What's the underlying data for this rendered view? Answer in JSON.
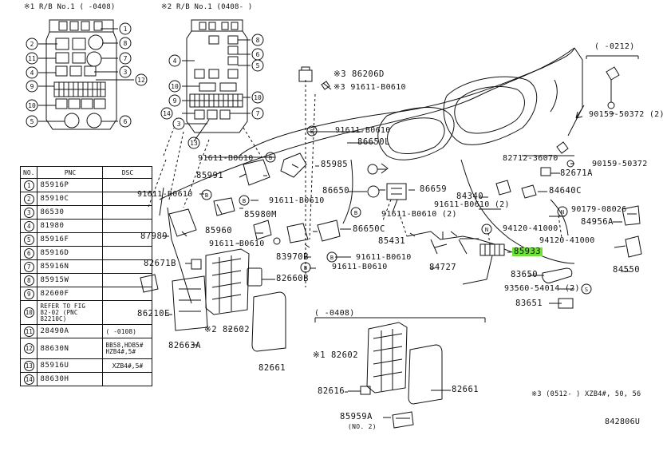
{
  "relay_blocks": {
    "rb1_header": "※1 R/B No.1 (   -0408)",
    "rb2_header": "※2 R/B No.1 (0408-   )",
    "rb1_callouts": [
      "2",
      "11",
      "4",
      "9",
      "10",
      "5",
      "1",
      "8",
      "7",
      "3",
      "12",
      "6"
    ],
    "rb2_callouts": [
      "4",
      "10",
      "9",
      "14",
      "3",
      "13",
      "8",
      "6",
      "5",
      "10",
      "7"
    ]
  },
  "table": {
    "headers": [
      "NO.",
      "PNC",
      "DSC"
    ],
    "rows": [
      {
        "no": "1",
        "pnc": "85916P",
        "dsc": ""
      },
      {
        "no": "2",
        "pnc": "85910C",
        "dsc": ""
      },
      {
        "no": "3",
        "pnc": "86530",
        "dsc": ""
      },
      {
        "no": "4",
        "pnc": "81980",
        "dsc": ""
      },
      {
        "no": "5",
        "pnc": "85916F",
        "dsc": ""
      },
      {
        "no": "6",
        "pnc": "85916D",
        "dsc": ""
      },
      {
        "no": "7",
        "pnc": "85916N",
        "dsc": ""
      },
      {
        "no": "8",
        "pnc": "85915W",
        "dsc": ""
      },
      {
        "no": "9",
        "pnc": "82600F",
        "dsc": ""
      },
      {
        "no": "10",
        "pnc": "REFER TO FIG 82-02 (PNC 82210C)",
        "dsc": ""
      },
      {
        "no": "11",
        "pnc": "28490A",
        "dsc": "(     -0108)"
      },
      {
        "no": "12",
        "pnc": "88630N",
        "dsc": "BB58,HDB5# HZB4#,5#"
      },
      {
        "no": "13",
        "pnc": "85916U",
        "dsc": "XZB4#,5#"
      },
      {
        "no": "14",
        "pnc": "88630H",
        "dsc": ""
      }
    ]
  },
  "labels": {
    "l86206D": "※3 86206D",
    "l391611": "※3 91611-B0610",
    "l91611a": "91611-B0610",
    "l86650L": "86650L",
    "l91611b": "91611-B0610",
    "l85985": "85985",
    "l85991": "85991",
    "l91611c": "91611-B0610",
    "l86650": "86650",
    "l86659": "86659",
    "l91611d": "91611-B0610",
    "l85980M": "85980M",
    "l87989": "87989",
    "l85960": "85960",
    "l91611e": "91611-B0610",
    "l86650C": "86650C",
    "l82671B": "82671B",
    "l83970B": "83970B",
    "l91611f": "91611-B0610",
    "l91611g": "91611-B0610",
    "l82660B": "82660B",
    "l86210E": "86210E",
    "l82602": "※2 82602",
    "l82663A": "82663A",
    "l82661a": "82661",
    "l91611h": "91611-B0610 (2)",
    "l91611i": "91611-B0610 (2)",
    "l84340": "84340",
    "l85431": "85431",
    "l84727": "84727",
    "l85933": "85933",
    "l83650": "83650",
    "l93560": "93560-54014 (2)",
    "l83651": "83651",
    "l82712": "82712-36070",
    "l82671A": "82671A",
    "l84640C": "84640C",
    "l94120a": "94120-41000",
    "l94120b": "94120-41000",
    "l90179": "90179-08026",
    "l84956A": "84956A",
    "l84550": "84550",
    "l90159a": "90159-50372 (2)",
    "l90159b": "90159-50372",
    "l0212": "(     -0212)",
    "l0408": "(     -0408)",
    "l182602": "※1 82602",
    "l82616": "82616",
    "l82661b": "82661",
    "l85959A": "85959A",
    "lno2": "(NO. 2)",
    "lxzb": "※3 (0512-      ) XZB4#, 50, 56",
    "lfig": "842806U"
  },
  "callout_letters": {
    "B": "B",
    "N": "N",
    "S": "S"
  }
}
